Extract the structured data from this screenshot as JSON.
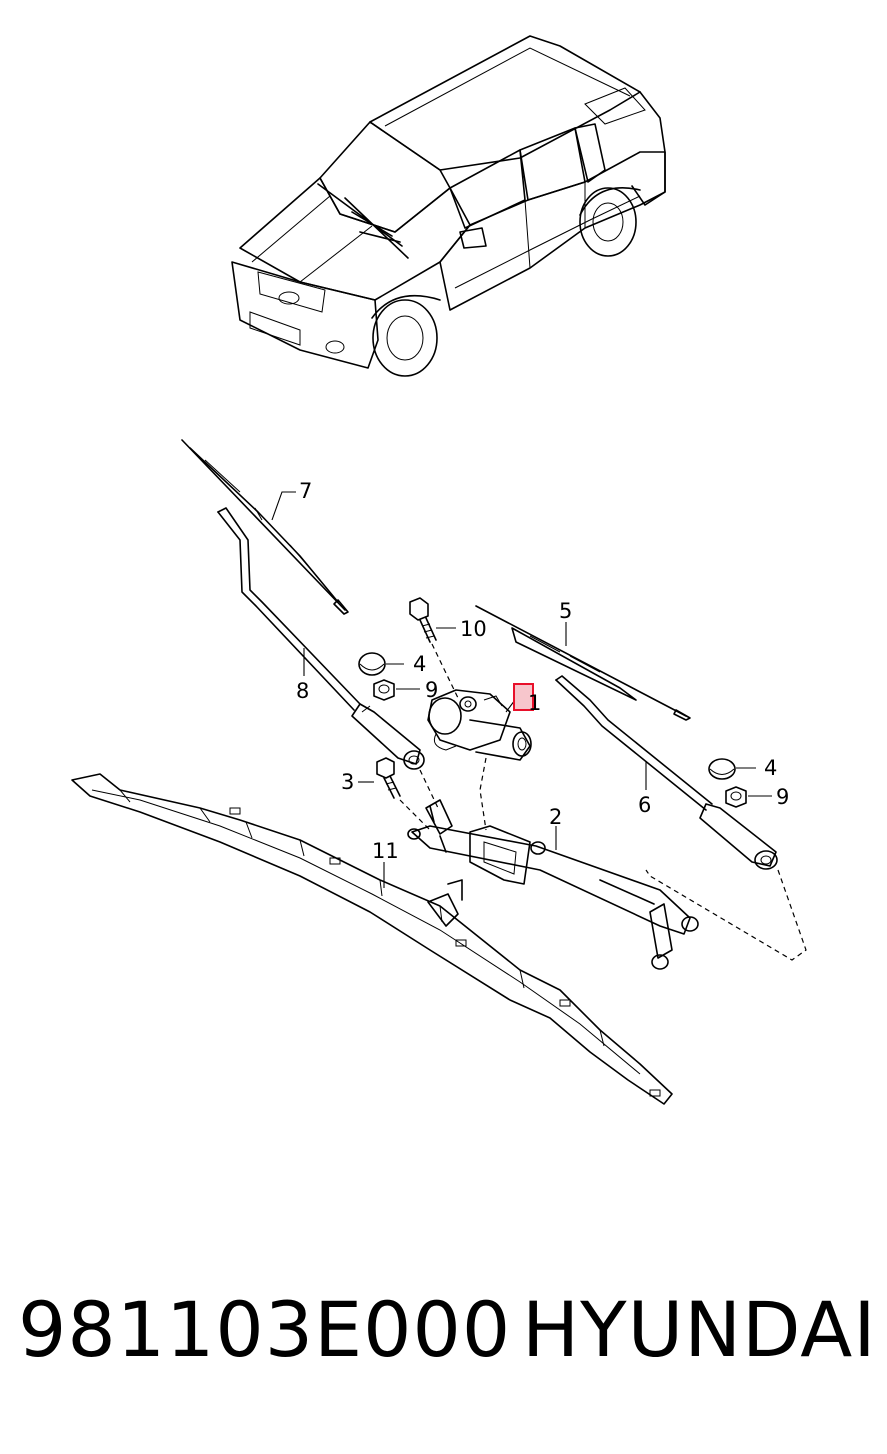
{
  "callouts": {
    "c1": "1",
    "c2": "2",
    "c3": "3",
    "c4a": "4",
    "c4b": "4",
    "c5": "5",
    "c6": "6",
    "c7": "7",
    "c8": "8",
    "c9a": "9",
    "c9b": "9",
    "c10": "10",
    "c11": "11"
  },
  "footer": {
    "part_number": "981103E000",
    "brand": "HYUNDAI"
  },
  "colors": {
    "highlight": "#e8102a",
    "highlight_fill": "#f7c6cc",
    "line": "#000000",
    "background": "#ffffff"
  }
}
